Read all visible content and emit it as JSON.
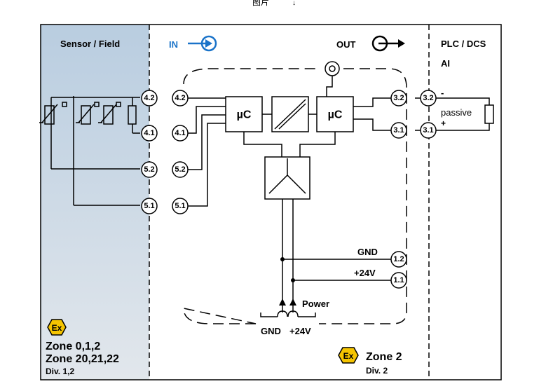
{
  "top_caption": "图片",
  "top_caption_arrow": "↓",
  "headers": {
    "sensor_field": "Sensor / Field",
    "in": "IN",
    "out": "OUT",
    "plc_dcs": "PLC / DCS",
    "ai": "AI"
  },
  "field_terminals": [
    "4.2",
    "4.1",
    "5.2",
    "5.1"
  ],
  "input_terminals": [
    "4.2",
    "4.1",
    "5.2",
    "5.1"
  ],
  "output_terminals": [
    "3.2",
    "3.1"
  ],
  "power_terminals": [
    "1.2",
    "1.1"
  ],
  "plc_terminals": [
    "3.2",
    "3.1"
  ],
  "blocks": {
    "mcu_left": "µC",
    "mcu_right": "µC"
  },
  "labels": {
    "gnd": "GND",
    "plus24v": "+24V",
    "power": "Power",
    "bus_gnd": "GND",
    "bus_24v": "+24V",
    "passive": "passive",
    "minus": "-",
    "plus": "+"
  },
  "zones": {
    "ex_symbol": "Ex",
    "left_line1": "Zone 0,1,2",
    "left_line2": "Zone 20,21,22",
    "left_line3": "Div. 1,2",
    "right_line1": "Zone 2",
    "right_line2": "Div. 2"
  },
  "colors": {
    "accent_blue": "#1a73c9",
    "field_gradient_top": "#b9cde0",
    "field_gradient_bottom": "#e2e7ec",
    "ex_yellow": "#f5c400"
  }
}
